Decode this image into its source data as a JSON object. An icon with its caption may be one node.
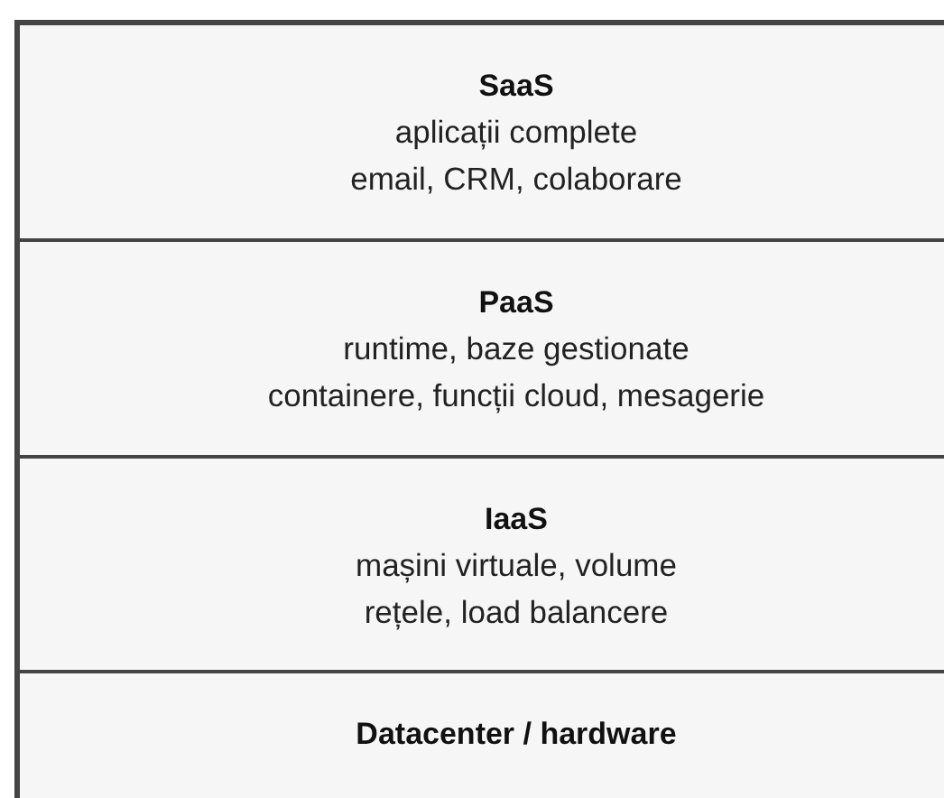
{
  "diagram": {
    "nodes": [
      {
        "text": [
          "SaaS",
          "aplicații complete",
          "email, CRM, colaborare"
        ]
      },
      {
        "text": [
          "PaaS",
          "runtime, baze gestionate",
          "containere, funcții cloud, mesagerie"
        ]
      },
      {
        "text": [
          "IaaS",
          "mașini virtuale, volume",
          "rețele, load balancere"
        ]
      },
      {
        "text": [
          "Datacenter / hardware"
        ]
      }
    ]
  }
}
